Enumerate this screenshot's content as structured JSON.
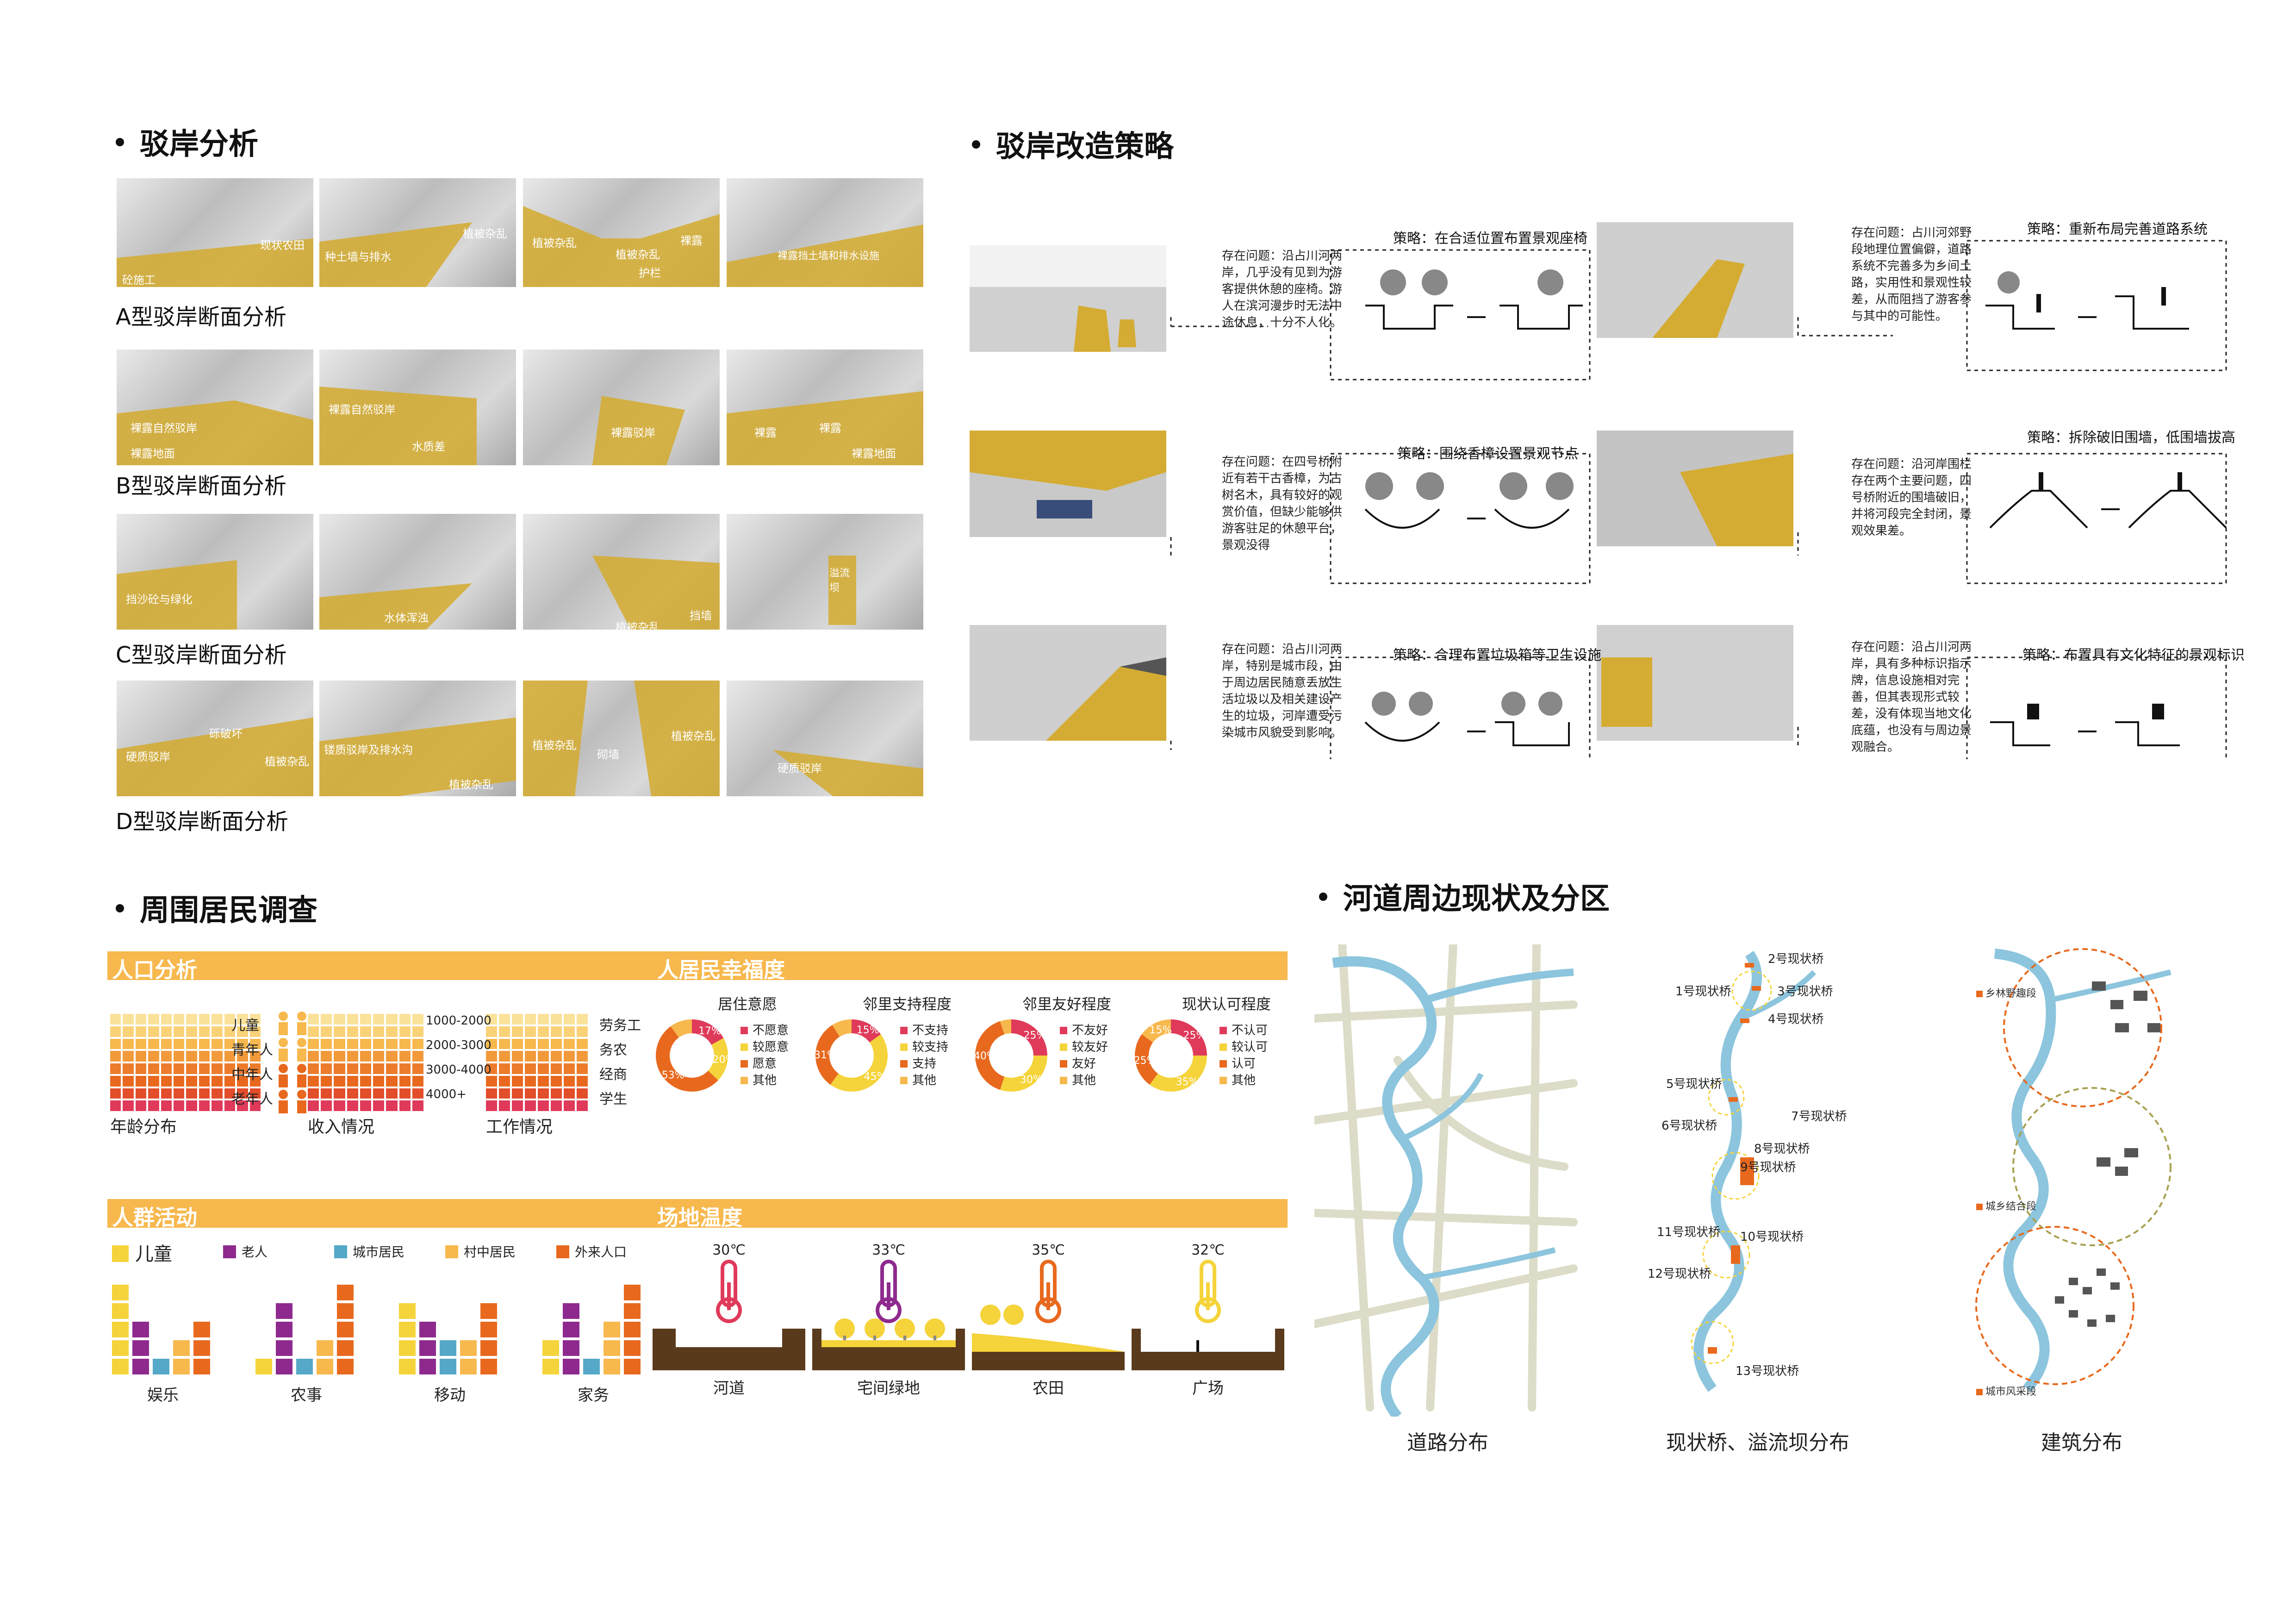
{
  "sections": {
    "revetment": "驳岸分析",
    "strategy": "驳岸改造策略",
    "survey": "周围居民调查",
    "zoning": "河道周边现状及分区"
  },
  "revetment_rows": [
    {
      "label": "A型驳岸断面分析",
      "tags": [
        "砼施工",
        "现状农田",
        "种土墙与排水",
        "植被杂乱",
        "植被杂乱",
        "裸露",
        "植被杂乱",
        "护栏",
        "裸露挡土墙和排水设施"
      ]
    },
    {
      "label": "B型驳岸断面分析",
      "tags": [
        "裸露自然驳岸",
        "裸露地面",
        "裸露自然驳岸",
        "水质差",
        "裸露驳岸",
        "裸露",
        "裸露",
        "裸露地面"
      ]
    },
    {
      "label": "C型驳岸断面分析",
      "tags": [
        "挡沙砼与绿化",
        "水体浑浊",
        "植被杂乱",
        "挡墙",
        "溢流坝"
      ]
    },
    {
      "label": "D型驳岸断面分析",
      "tags": [
        "硬质驳岸",
        "砾破坏",
        "植被杂乱",
        "镂质驳岸及排水沟",
        "植被杂乱",
        "植被杂乱",
        "砌墙",
        "植被杂乱",
        "硬质驳岸"
      ]
    }
  ],
  "strategies": [
    {
      "problem": "存在问题：沿占川河两岸，几乎没有见到为游客提供休憩的座椅。游人在滨河漫步时无法中途休息，十分不人化。",
      "strategy": "策略：在合适位置布置景观座椅"
    },
    {
      "problem": "存在问题：占川河郊野段地理位置偏僻，道路系统不完善多为乡间土路，实用性和景观性较差，从而阻挡了游客参与其中的可能性。",
      "strategy": "策略：重新布局完善道路系统"
    },
    {
      "problem": "存在问题：在四号桥附近有若干古香樟，为古树名木，具有较好的观赏价值，但缺少能够供游客驻足的休憩平台，景观没得",
      "strategy": "策略：围绕香樟设置景观节点"
    },
    {
      "problem": "存在问题：沿河岸围栏存在两个主要问题，四号桥附近的围墙破旧，并将河段完全封闭，景观效果差。",
      "strategy": "策略：拆除破旧围墙，低围墙拔高"
    },
    {
      "problem": "存在问题：沿占川河两岸，特别是城市段，由于周边居民随意丢放生活垃圾以及相关建设产生的垃圾，河岸遭受污染城市风貌受到影响。",
      "strategy": "策略：合理布置垃圾箱等卫生设施"
    },
    {
      "problem": "存在问题：沿占川河两岸，具有多种标识指示牌，信息设施相对完善，但其表现形式较差，没有体现当地文化底蕴，也没有与周边景观融合。",
      "strategy": "策略：布置具有文化特征的景观标识"
    }
  ],
  "survey": {
    "population": {
      "title": "人口分析",
      "age": {
        "caption": "年龄分布",
        "labels": [
          "儿童",
          "青年人",
          "中年人",
          "老年人"
        ]
      },
      "income": {
        "caption": "收入情况",
        "labels": [
          "1000-2000",
          "2000-3000",
          "3000-4000",
          "4000+"
        ]
      },
      "work": {
        "caption": "工作情况",
        "labels": [
          "劳务工",
          "务农",
          "经商",
          "学生"
        ]
      }
    },
    "happiness": {
      "title": "人居民幸福度",
      "donuts": [
        {
          "title": "居住意愿",
          "legend": [
            "不愿意",
            "较愿意",
            "愿意",
            "其他"
          ],
          "values": [
            17,
            20,
            53,
            10
          ],
          "labels": [
            "17%",
            "20%",
            "53%"
          ]
        },
        {
          "title": "邻里支持程度",
          "legend": [
            "不支持",
            "较支持",
            "支持",
            "其他"
          ],
          "values": [
            15,
            45,
            31,
            9
          ],
          "labels": [
            "15%",
            "45%",
            "31%"
          ]
        },
        {
          "title": "邻里友好程度",
          "legend": [
            "不友好",
            "较友好",
            "友好",
            "其他"
          ],
          "values": [
            25,
            30,
            40,
            5
          ],
          "labels": [
            "25%",
            "30%",
            "40%"
          ]
        },
        {
          "title": "现状认可程度",
          "legend": [
            "不认可",
            "较认可",
            "认可",
            "其他"
          ],
          "values": [
            25,
            35,
            25,
            15
          ],
          "labels": [
            "25%",
            "35%",
            "25%",
            "15%"
          ]
        }
      ]
    },
    "activity": {
      "title": "人群活动",
      "legend": [
        "儿童",
        "老人",
        "城市居民",
        "村中居民",
        "外来人口"
      ],
      "colors": [
        "#f5d33a",
        "#8e2a8e",
        "#55a8c7",
        "#f7b84d",
        "#e8691e"
      ],
      "groups": [
        {
          "name": "娱乐",
          "values": [
            5,
            3,
            1,
            2,
            3
          ]
        },
        {
          "name": "农事",
          "values": [
            1,
            4,
            1,
            2,
            5
          ]
        },
        {
          "name": "移动",
          "values": [
            4,
            3,
            2,
            2,
            4
          ]
        },
        {
          "name": "家务",
          "values": [
            2,
            4,
            1,
            3,
            5
          ]
        }
      ]
    },
    "temperature": {
      "title": "场地温度",
      "sites": [
        {
          "name": "河道",
          "temp": "30℃",
          "color": "#e03a5a"
        },
        {
          "name": "宅间绿地",
          "temp": "33℃",
          "color": "#8e2a8e"
        },
        {
          "name": "农田",
          "temp": "35℃",
          "color": "#e8691e"
        },
        {
          "name": "广场",
          "temp": "32℃",
          "color": "#f5d33a"
        }
      ]
    }
  },
  "zoning": {
    "captions": [
      "道路分布",
      "现状桥、溢流坝分布",
      "建筑分布"
    ],
    "bridges": [
      "1号现状桥",
      "2号现状桥",
      "3号现状桥",
      "4号现状桥",
      "5号现状桥",
      "6号现状桥",
      "7号现状桥",
      "8号现状桥",
      "9号现状桥",
      "10号现状桥",
      "11号现状桥",
      "12号现状桥",
      "13号现状桥"
    ],
    "zones": [
      "乡林野趣段",
      "城乡结合段",
      "城市风采段"
    ]
  },
  "colors": {
    "yellow": "#d4ac33",
    "orange_bar": "#f7b84d",
    "river": "#8cc5dd",
    "soil": "#5a3a1c"
  }
}
